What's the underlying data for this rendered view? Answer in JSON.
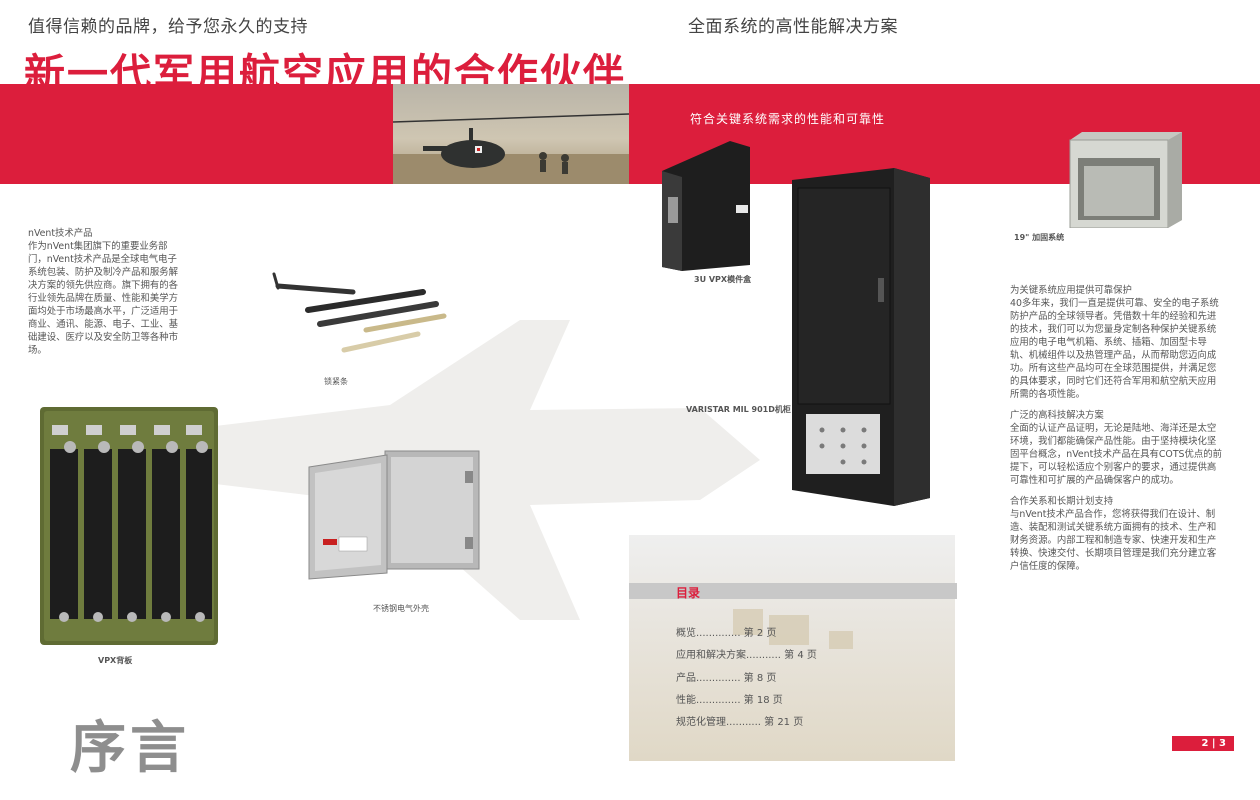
{
  "header": {
    "tagline_left": "值得信赖的品牌，给予您永久的支持",
    "tagline_right": "全面系统的高性能解决方案",
    "headline": "新一代军用航空应用的合作伙伴",
    "band_text": "符合关键系统需求的性能和可靠性"
  },
  "intro": {
    "heading": "nVent技术产品",
    "body": "作为nVent集团旗下的重要业务部门，nVent技术产品是全球电气电子系统包装、防护及制冷产品和服务解决方案的领先供应商。旗下拥有的各行业领先品牌在质量、性能和美学方面均处于市场最高水平，广泛适用于商业、通讯、能源、电子、工业、基础建设、医疗以及安全防卫等各种市场。"
  },
  "captions": {
    "lock_strip": "锁紧条",
    "vpx_backplane": "VPX背板",
    "stainless_enclosure": "不锈钢电气外壳",
    "vpx_box": "3U VPX模件盒",
    "varistar": "VARISTAR MIL 901D机柜",
    "rugged_system": "19\" 加固系统"
  },
  "right_column": {
    "sections": [
      {
        "heading": "为关键系统应用提供可靠保护",
        "body": "40多年来，我们一直是提供可靠、安全的电子系统防护产品的全球领导者。凭借数十年的经验和先进的技术，我们可以为您量身定制各种保护关键系统应用的电子电气机箱、系统、插箱、加固型卡导轨、机械组件以及热管理产品，从而帮助您迈向成功。所有这些产品均可在全球范围提供，并满足您的具体要求，同时它们还符合军用和航空航天应用所需的各项性能。"
      },
      {
        "heading": "广泛的高科技解决方案",
        "body": "全面的认证产品证明，无论是陆地、海洋还是太空环境，我们都能确保产品性能。由于坚持模块化坚固平台概念，nVent技术产品在具有COTS优点的前提下，可以轻松适应个别客户的要求，通过提供高可靠性和可扩展的产品确保客户的成功。"
      },
      {
        "heading": "合作关系和长期计划支持",
        "body": "与nVent技术产品合作，您将获得我们在设计、制造、装配和测试关键系统方面拥有的技术、生产和财务资源。内部工程和制造专家、快速开发和生产转换、快速交付、长期项目管理是我们充分建立客户信任度的保障。"
      }
    ]
  },
  "toc": {
    "title": "目录",
    "entries": [
      "概览.............. 第 2 页",
      "应用和解决方案........... 第 4 页",
      "产品.............. 第 8 页",
      "性能.............. 第 18 页",
      "规范化管理........... 第 21 页"
    ]
  },
  "footer": {
    "section_title": "序言",
    "page_numbers": "2 | 3"
  },
  "colors": {
    "brand_red": "#dc1e3c",
    "text_gray": "#555555",
    "title_gray": "#8e8e8e"
  }
}
